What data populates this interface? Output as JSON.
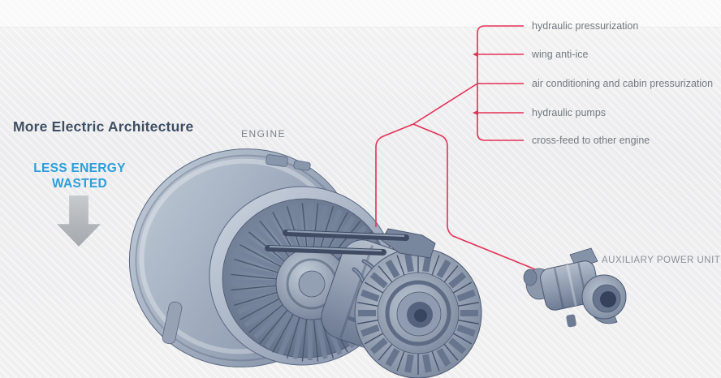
{
  "header": {
    "title": "More Electric Architecture"
  },
  "energy_callout": {
    "line1": "LESS ENERGY",
    "line2": "WASTED",
    "icon": "down-arrow"
  },
  "engine": {
    "label": "ENGINE"
  },
  "apu": {
    "label": "AUXILIARY POWER UNIT"
  },
  "systems": [
    "hydraulic pressurization",
    "wing anti-ice",
    "air conditioning and cabin pressurization",
    "hydraulic pumps",
    "cross-feed to other engine"
  ],
  "colors": {
    "connector_red": "#e43156",
    "accent_blue": "#2c9ed9",
    "title_navy": "#3d4f63",
    "label_gray": "#74797e"
  }
}
